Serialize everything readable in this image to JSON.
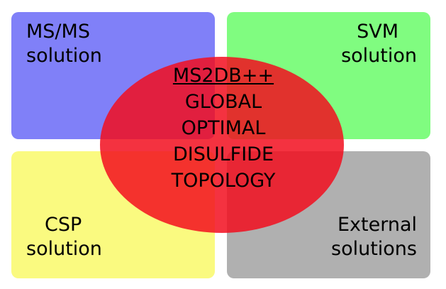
{
  "colors": {
    "ms_ms": "#8080f8",
    "svm": "#80fc80",
    "csp": "#fafa80",
    "external": "#b0b0b0",
    "ellipse": "#f20e1e",
    "ellipse_opacity": 0.85
  },
  "quadrants": {
    "ms_ms": {
      "line1": "MS/MS",
      "line2": "solution"
    },
    "svm": {
      "line1": "SVM",
      "line2": "solution"
    },
    "csp": {
      "line1": "CSP",
      "line2": "solution"
    },
    "external": {
      "line1": "External",
      "line2": "solutions"
    }
  },
  "center": {
    "title": "MS2DB++",
    "lines": [
      "GLOBAL",
      "OPTIMAL",
      "DISULFIDE",
      "TOPOLOGY"
    ]
  }
}
